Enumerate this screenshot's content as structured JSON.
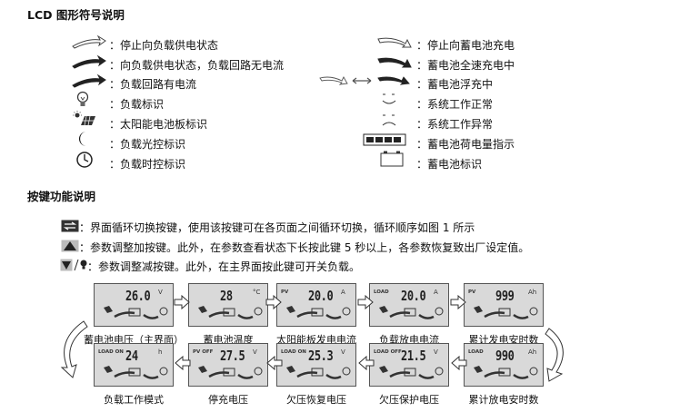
{
  "heading_symbols": "LCD 图形符号说明",
  "symbols_left": [
    {
      "icon": "outline-flow-arrow-icon",
      "label": "：停止向负载供电状态"
    },
    {
      "icon": "filled-flow-arrow-icon",
      "label": "：向负载供电状态，负载回路无电流"
    },
    {
      "icon": "filled-flow-arrow-icon",
      "label": "：负载回路有电流"
    },
    {
      "icon": "bulb-icon",
      "label": "：负载标识"
    },
    {
      "icon": "solar-panel-icon",
      "label": "：太阳能电池板标识"
    },
    {
      "icon": "moon-icon",
      "label": "：负载光控标识"
    },
    {
      "icon": "clock-icon",
      "label": "：负载时控标识"
    }
  ],
  "symbols_right": [
    {
      "icon": "outline-flow-arrow-icon",
      "label": "：停止向蓄电池充电"
    },
    {
      "icon": "filled-flow-arrow-icon",
      "label": "：蓄电池全速充电中"
    },
    {
      "icon": "outline-flow-arrow-icon",
      "label": "：蓄电池浮充中"
    },
    {
      "icon": "smile-face-icon",
      "label": "：系统工作正常"
    },
    {
      "icon": "sad-face-icon",
      "label": "：系统工作异常"
    },
    {
      "icon": "battery-level-icon",
      "label": "：蓄电池荷电量指示"
    },
    {
      "icon": "battery-icon",
      "label": "：蓄电池标识"
    }
  ],
  "heading_keys": "按键功能说明",
  "keys": [
    {
      "icon": "cycle-key-icon",
      "label": "：界面循环切换按键，使用该按键可在各页面之间循环切换，循环顺序如图 1 所示"
    },
    {
      "icon": "up-key-icon",
      "label": "：参数调整加按键。此外，在参数查看状态下长按此键 5 秒以上，各参数恢复致出厂设定值。"
    },
    {
      "icon": "down-key-icon",
      "label": "：参数调整减按键。此外，在主界面按此键可开关负载。"
    }
  ],
  "screens_top": [
    {
      "value": "26.0",
      "unit": "V",
      "tag": "",
      "caption": "蓄电池电压（主界面）"
    },
    {
      "value": "28",
      "unit": "°C",
      "tag": "",
      "caption": "蓄电池温度"
    },
    {
      "value": "20.0",
      "unit": "A",
      "tag": "PV",
      "caption": "太阳能板发电电流"
    },
    {
      "value": "20.0",
      "unit": "A",
      "tag": "LOAD",
      "caption": "负载放电电流"
    },
    {
      "value": "999",
      "unit": "Ah",
      "tag": "PV",
      "caption": "累计发电安时数"
    }
  ],
  "screens_bottom": [
    {
      "value": "24",
      "unit": "h",
      "tag": "LOAD ON",
      "caption": "负载工作模式"
    },
    {
      "value": "27.5",
      "unit": "V",
      "tag": "PV OFF",
      "caption": "停充电压"
    },
    {
      "value": "25.3",
      "unit": "V",
      "tag": "LOAD ON",
      "caption": "欠压恢复电压"
    },
    {
      "value": "21.5",
      "unit": "V",
      "tag": "LOAD OFF",
      "caption": "欠压保护电压"
    },
    {
      "value": "990",
      "unit": "Ah",
      "tag": "LOAD",
      "caption": "累计放电安时数"
    }
  ]
}
